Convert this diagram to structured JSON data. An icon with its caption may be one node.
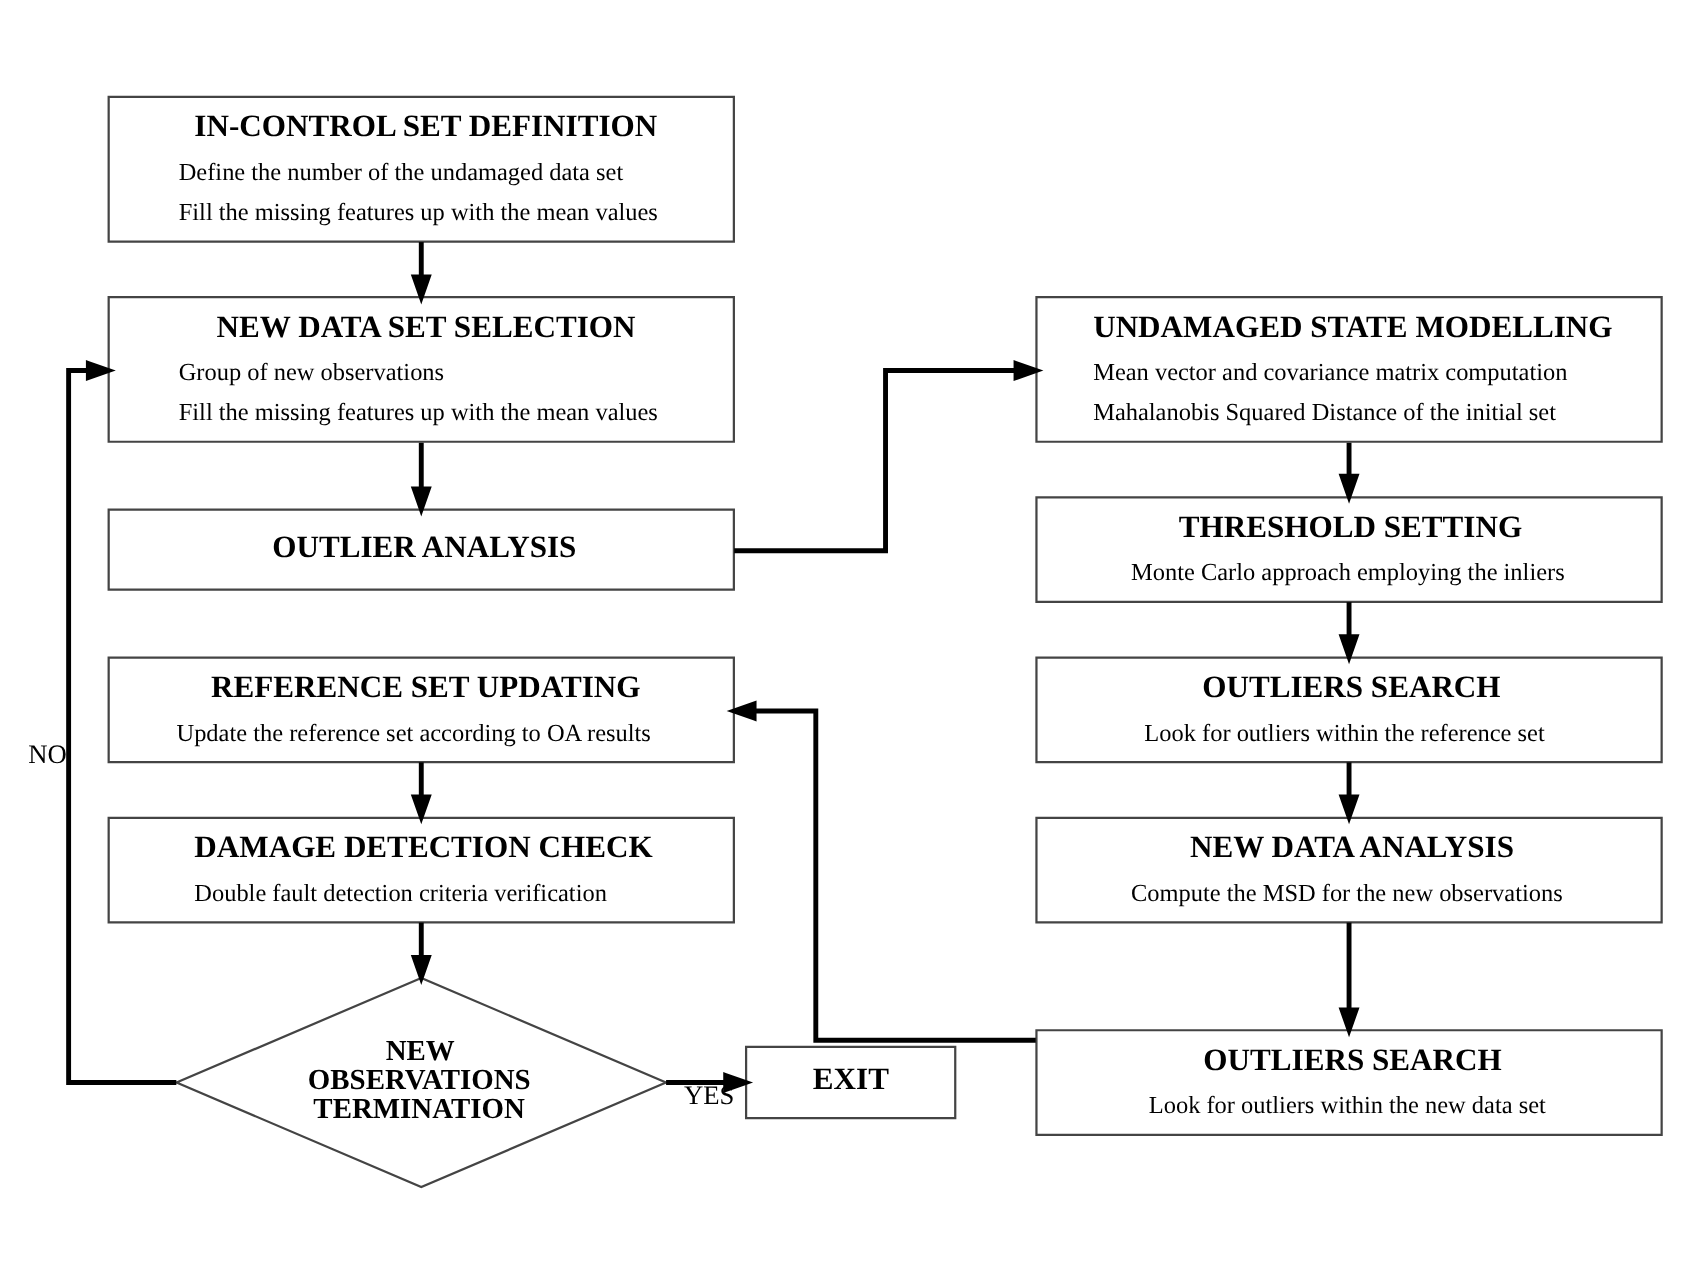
{
  "diagram": {
    "nodes": [
      {
        "text": [
          "IN-CONTROL SET DEFINITION",
          "Define the number of the undamaged data set",
          "Fill the missing features up with the mean values"
        ]
      },
      {
        "text": [
          "NEW DATA SET SELECTION",
          "Group of new observations",
          "Fill the missing features up with the mean values"
        ]
      },
      {
        "text": [
          "OUTLIER ANALYSIS"
        ]
      },
      {
        "text": [
          "UNDAMAGED STATE MODELLING",
          "Mean vector and covariance matrix computation",
          "Mahalanobis Squared Distance of the initial set"
        ]
      },
      {
        "text": [
          "THRESHOLD SETTING",
          "Monte Carlo approach employing the inliers"
        ]
      },
      {
        "text": [
          "OUTLIERS SEARCH",
          "Look for outliers within the reference set"
        ]
      },
      {
        "text": [
          "NEW DATA ANALYSIS",
          "Compute the MSD for the new observations"
        ]
      },
      {
        "text": [
          "OUTLIERS SEARCH",
          "Look for outliers within the new data set"
        ]
      },
      {
        "text": [
          "REFERENCE SET UPDATING",
          "Update the reference set according to OA results"
        ]
      },
      {
        "text": [
          "DAMAGE DETECTION CHECK",
          "Double fault detection criteria verification"
        ]
      },
      {
        "text": [
          "NEW OBSERVATIONS TERMINATION"
        ]
      },
      {
        "text": [
          "EXIT"
        ]
      }
    ],
    "edges": [
      {
        "from": 0,
        "to": 1,
        "arrow": "to"
      },
      {
        "from": 1,
        "to": 2,
        "arrow": "to"
      },
      {
        "from": 2,
        "to": 3,
        "arrow": "to"
      },
      {
        "from": 3,
        "to": 4,
        "arrow": "to"
      },
      {
        "from": 4,
        "to": 5,
        "arrow": "to"
      },
      {
        "from": 5,
        "to": 6,
        "arrow": "to"
      },
      {
        "from": 6,
        "to": 7,
        "arrow": "to"
      },
      {
        "from": 7,
        "to": 8,
        "arrow": "to"
      },
      {
        "from": 8,
        "to": 9,
        "arrow": "to"
      },
      {
        "from": 9,
        "to": 10,
        "arrow": "to"
      },
      {
        "from": 10,
        "to": 11,
        "arrow": "to",
        "label": "YES"
      },
      {
        "from": 10,
        "to": 1,
        "arrow": "to",
        "label": "NO"
      }
    ]
  }
}
